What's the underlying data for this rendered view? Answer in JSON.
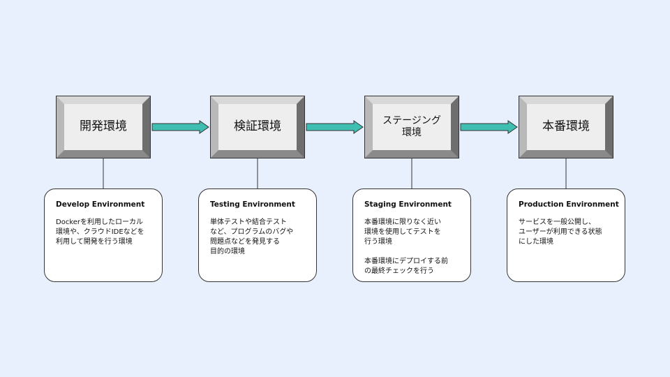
{
  "colors": {
    "background": "#e8f0fe",
    "arrow_fill": "#3fbfb2",
    "stage_face": "#eeeeee"
  },
  "stages": [
    {
      "id": "develop",
      "title": "開発環境",
      "card_title": "Develop Environment",
      "card_desc": "Dockerを利用したローカル\n環境や、クラウドIDEなどを\n利用して開発を行う環境"
    },
    {
      "id": "testing",
      "title": "検証環境",
      "card_title": "Testing Environment",
      "card_desc": "単体テストや結合テスト\nなど、プログラムのバグや\n問題点などを発見する\n目的の環境"
    },
    {
      "id": "staging",
      "title": "ステージング\n環境",
      "card_title": "Staging Environment",
      "card_desc": "本番環境に限りなく近い\n環境を使用してテストを\n行う環境\n\n本番環境にデプロイする前\nの最終チェックを行う"
    },
    {
      "id": "production",
      "title": "本番環境",
      "card_title": "Production Environment",
      "card_desc": "サービスを一般公開し、\nユーザーが利用できる状態\nにした環境"
    }
  ]
}
